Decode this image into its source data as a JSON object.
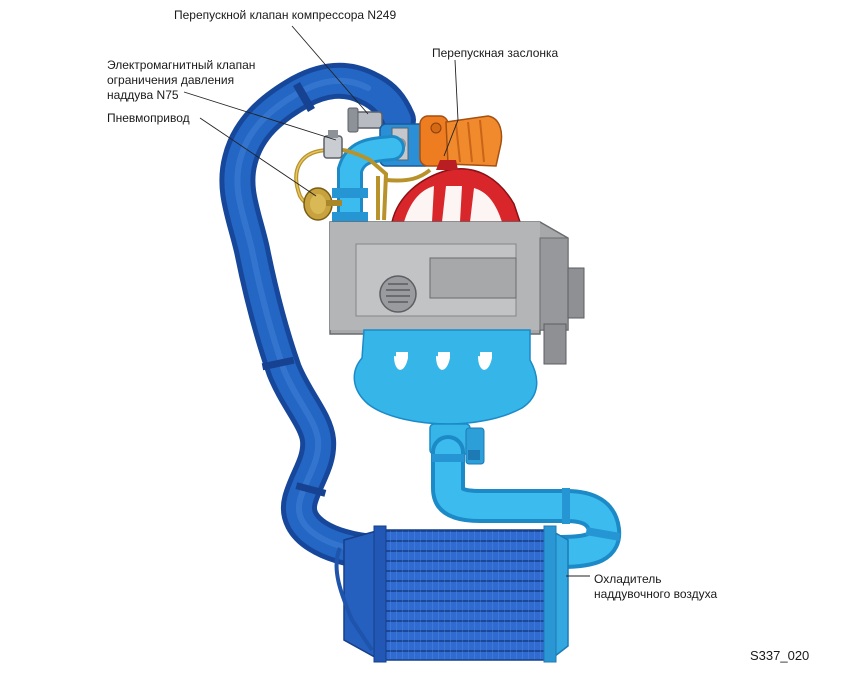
{
  "labels": {
    "n249": "Перепускной клапан компрессора N249",
    "flap": "Перепускная заслонка",
    "n75_line1": "Электромагнитный клапан",
    "n75_line2": "ограничения давления",
    "n75_line3": "наддува N75",
    "actuator": "Пневмопривод",
    "cooler_line1": "Охладитель",
    "cooler_line2": "наддувочного воздуха",
    "figure_code": "S337_020"
  },
  "colors": {
    "dark_blue_pipe": "#1f5fb8",
    "light_blue_pipe": "#35b5e8",
    "engine_gray": "#a9a9ab",
    "manifold_red": "#d8262b",
    "turbo_orange": "#ee7d22",
    "brass_line": "#c9a53a",
    "cooler_blue": "#2a62c4"
  }
}
